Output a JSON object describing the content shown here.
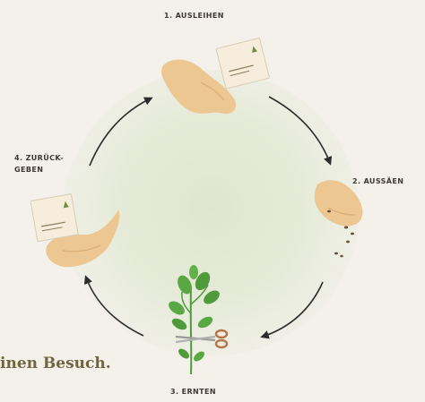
{
  "steps": [
    {
      "number": "1.",
      "label": "AUSLEIHEN",
      "full": "1. AUSLEIHEN"
    },
    {
      "number": "2.",
      "label": "AUSSÄEN",
      "full": "2. AUSSÄEN"
    },
    {
      "number": "3.",
      "label": "ERNTEN",
      "full": "3. ERNTEN"
    },
    {
      "number": "4.",
      "label_line1": "4. ZURÜCK-",
      "label_line2": "GEBEN"
    }
  ],
  "tagline": "inen Besuch.",
  "colors": {
    "background": "#f4f1ea",
    "wash": "#e2e8d2",
    "hand": "#ecc792",
    "packet": "#f6eddc",
    "plant": "#4f9a3a",
    "arrow": "#2c2c2c",
    "tagline": "#6f6640"
  }
}
